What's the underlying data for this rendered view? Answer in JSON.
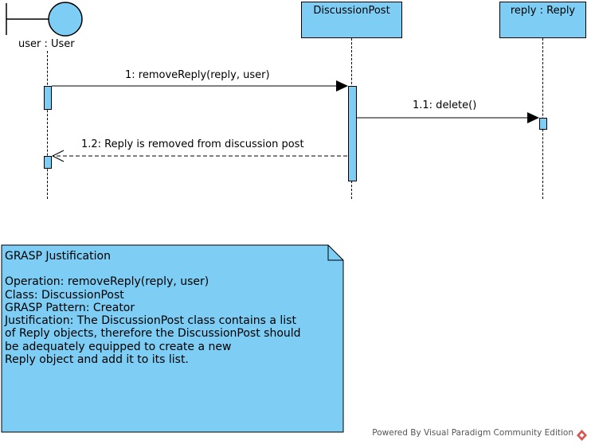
{
  "colors": {
    "element_fill": "#7dcdf4",
    "stroke": "#000000",
    "footer_logo": "#d9534f"
  },
  "actor": {
    "label": "user : User",
    "icon": "boundary-actor-icon"
  },
  "lifelines": {
    "discussion_post": {
      "label": "DiscussionPost"
    },
    "reply": {
      "label": "reply : Reply"
    }
  },
  "messages": [
    {
      "label": "1: removeReply(reply, user)",
      "kind": "synchronous"
    },
    {
      "label": "1.1: delete()",
      "kind": "synchronous"
    },
    {
      "label": "1.2: Reply is removed from discussion post",
      "kind": "return"
    }
  ],
  "note": {
    "title": "GRASP Justification",
    "lines": [
      "Operation: removeReply(reply, user)",
      "Class: DiscussionPost",
      "GRASP Pattern: Creator",
      "Justification: The DiscussionPost class contains a list",
      "of Reply objects, therefore the DiscussionPost should",
      "be adequately equipped to create a new",
      "Reply object and add it to its list."
    ]
  },
  "footer": {
    "text": "Powered By Visual Paradigm Community Edition",
    "icon": "visual-paradigm-logo-icon"
  }
}
